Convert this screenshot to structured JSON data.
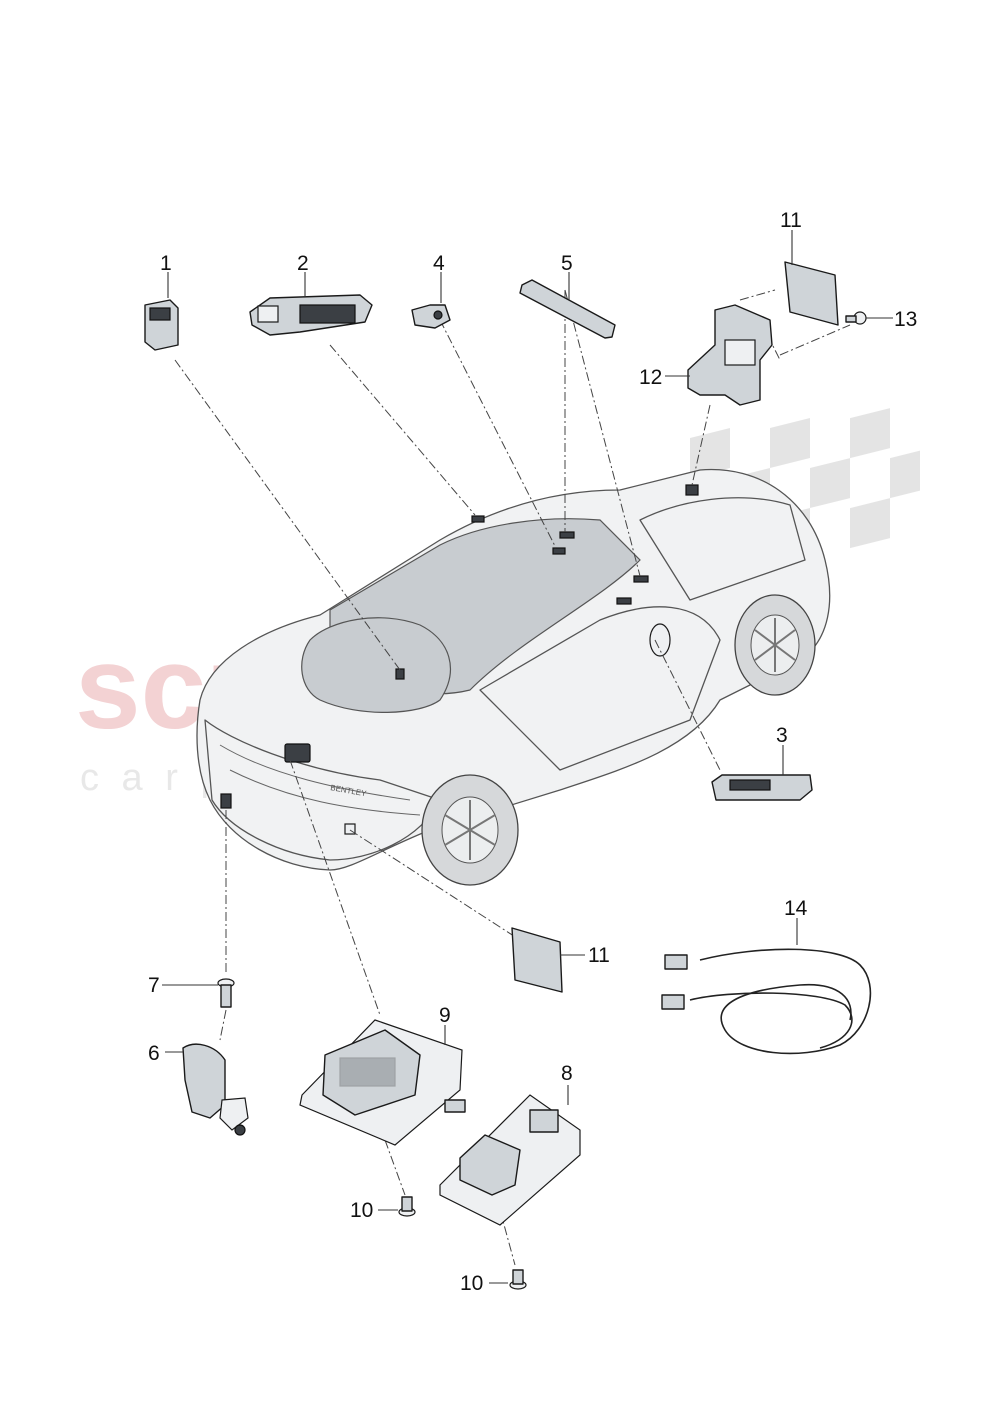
{
  "watermark": {
    "brand": "scuderia",
    "sub": "c a r   p a r t s",
    "color": "#e9b5b8"
  },
  "car_badge": "BENTLEY",
  "callouts": {
    "c1": "1",
    "c2": "2",
    "c3": "3",
    "c4": "4",
    "c5": "5",
    "c6": "6",
    "c7": "7",
    "c8": "8",
    "c9": "9",
    "c10a": "10",
    "c10b": "10",
    "c11a": "11",
    "c11b": "11",
    "c12": "12",
    "c13": "13",
    "c14": "14"
  }
}
